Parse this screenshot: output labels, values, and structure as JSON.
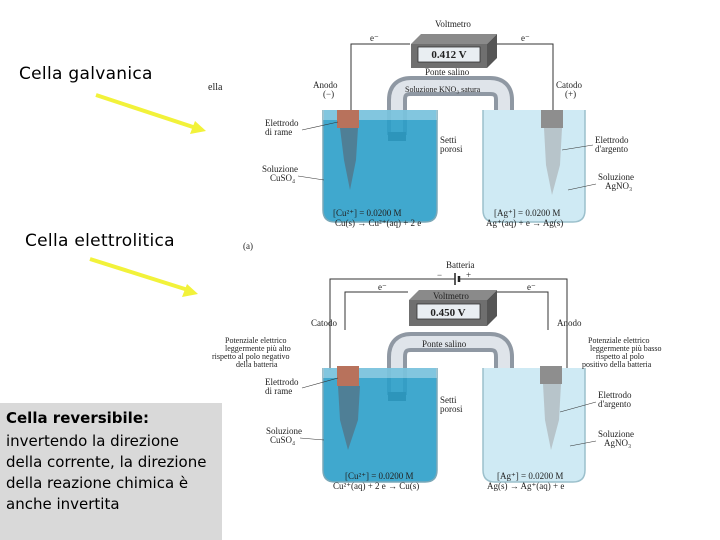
{
  "labels": {
    "galvanic": "Cella galvanica",
    "electrolytic": "Cella elettrolitica",
    "reversible_title": "Cella reversibile:",
    "reversible_text": "invertendo la direzione della corrente, la direzione della reazione chimica è anche invertita"
  },
  "figure_top": {
    "caption_partial": "ella",
    "voltmeter_title": "Voltmetro",
    "voltmeter_reading": "0.412 V",
    "electron": "e⁻",
    "salt_bridge": "Ponte salino",
    "salt_solution": "Soluzione KNO₃ satura",
    "anode": "Anodo",
    "anode_sign": "(−)",
    "cathode": "Catodo",
    "cathode_sign": "(+)",
    "copper_electrode_1": "Elettrodo",
    "copper_electrode_2": "di rame",
    "porous_1": "Setti",
    "porous_2": "porosi",
    "silver_electrode_1": "Elettrodo",
    "silver_electrode_2": "d'argento",
    "cuso4_1": "Soluzione",
    "cuso4_2": "CuSO₄",
    "agno3_1": "Soluzione",
    "agno3_2": "AgNO₃",
    "cu_conc": "[Cu²⁺] = 0.0200 M",
    "cu_reaction": "Cu(s) → Cu²⁺(aq) + 2 e",
    "ag_conc": "[Ag⁺] = 0.0200 M",
    "ag_reaction": "Ag⁺(aq) + e → Ag(s)",
    "panel_label": "(a)"
  },
  "figure_bottom": {
    "battery": "Batteria",
    "battery_minus": "−",
    "battery_plus": "+",
    "voltmeter_title": "Voltmetro",
    "voltmeter_reading": "0.450 V",
    "electron": "e⁻",
    "salt_bridge": "Ponte salino",
    "cathode": "Catodo",
    "anode": "Anodo",
    "left_potential_1": "Potenziale elettrico",
    "left_potential_2": "leggermente più alto",
    "left_potential_3": "rispetto al polo negativo",
    "left_potential_4": "della batteria",
    "right_potential_1": "Potenziale elettrico",
    "right_potential_2": "leggermente più basso",
    "right_potential_3": "rispetto al polo",
    "right_potential_4": "positivo della batteria",
    "copper_electrode_1": "Elettrodo",
    "copper_electrode_2": "di rame",
    "porous_1": "Setti",
    "porous_2": "porosi",
    "silver_electrode_1": "Elettrodo",
    "silver_electrode_2": "d'argento",
    "cuso4_1": "Soluzione",
    "cuso4_2": "CuSO₄",
    "agno3_1": "Soluzione",
    "agno3_2": "AgNO₃",
    "cu_conc": "[Cu²⁺] = 0.0200 M",
    "cu_reaction": "Cu²⁺(aq) + 2 e → Cu(s)",
    "ag_conc": "[Ag⁺] = 0.0200 M",
    "ag_reaction": "Ag(s) → Ag⁺(aq) + e"
  },
  "colors": {
    "arrow": "#f2f23a",
    "cuso4": "#2b9fc9",
    "agno3": "#cfeaf4",
    "copper": "#b8725c",
    "silver": "#8e8e8e",
    "note_bg": "#d9d9d9"
  }
}
